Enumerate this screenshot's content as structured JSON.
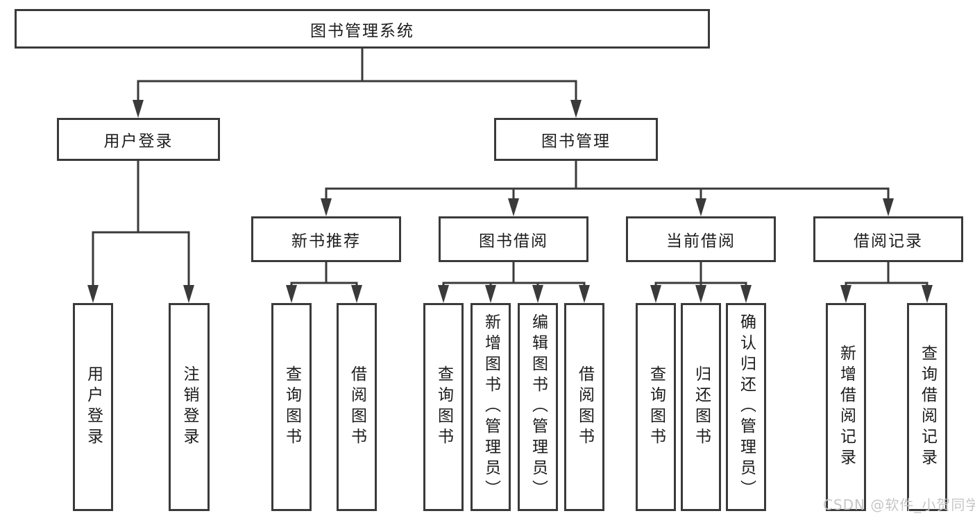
{
  "diagram": {
    "root": {
      "label": "图书管理系统"
    },
    "level2": [
      {
        "label": "用户登录"
      },
      {
        "label": "图书管理"
      }
    ],
    "level3": [
      {
        "label": "新书推荐"
      },
      {
        "label": "图书借阅"
      },
      {
        "label": "当前借阅"
      },
      {
        "label": "借阅记录"
      }
    ],
    "leaves": [
      {
        "label": "用户登录"
      },
      {
        "label": "注销登录"
      },
      {
        "label": "查询图书"
      },
      {
        "label": "借阅图书"
      },
      {
        "label": "查询图书"
      },
      {
        "label": "新增图书（管理员）"
      },
      {
        "label": "编辑图书（管理员）"
      },
      {
        "label": "借阅图书"
      },
      {
        "label": "查询图书"
      },
      {
        "label": "归还图书"
      },
      {
        "label": "确认归还（管理员）"
      },
      {
        "label": "新增借阅记录"
      },
      {
        "label": "查询借阅记录"
      }
    ]
  },
  "watermark": {
    "text": "CSDN @软件_小贺同学",
    "color": "#c6c6c6"
  },
  "colors": {
    "line": "#3a3a3a",
    "text": "#1c1c1c",
    "background": "#ffffff"
  }
}
